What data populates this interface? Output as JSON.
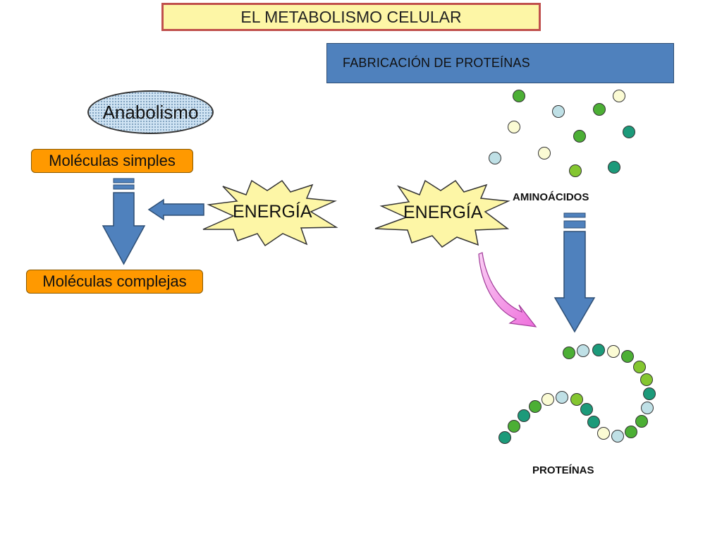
{
  "title": "EL METABOLISMO CELULAR",
  "fabrication_heading": "FABRICACIÓN DE PROTEÍNAS",
  "anabolism_label": "Anabolismo",
  "simple_molecules_label": "Moléculas simples",
  "complex_molecules_label": "Moléculas complejas",
  "energy_left_label": "ENERGÍA",
  "energy_right_label": "ENERGÍA",
  "amino_acids_label": "AMINOÁCIDOS",
  "proteins_label": "PROTEÍNAS",
  "colors": {
    "title_bg": "#fdf6a6",
    "title_border": "#c0504d",
    "heading_bg": "#4f81bd",
    "molecule_box": "#ff9900",
    "energy_star": "#fdf6a6",
    "arrow_blue": "#4f81bd",
    "arrow_pink": "#f49ee8",
    "bead_light_green": "#fbfbd4",
    "bead_light_blue": "#bfe0e6",
    "bead_green": "#4caf35",
    "bead_lime": "#84c630",
    "bead_teal": "#1c9a7a"
  }
}
